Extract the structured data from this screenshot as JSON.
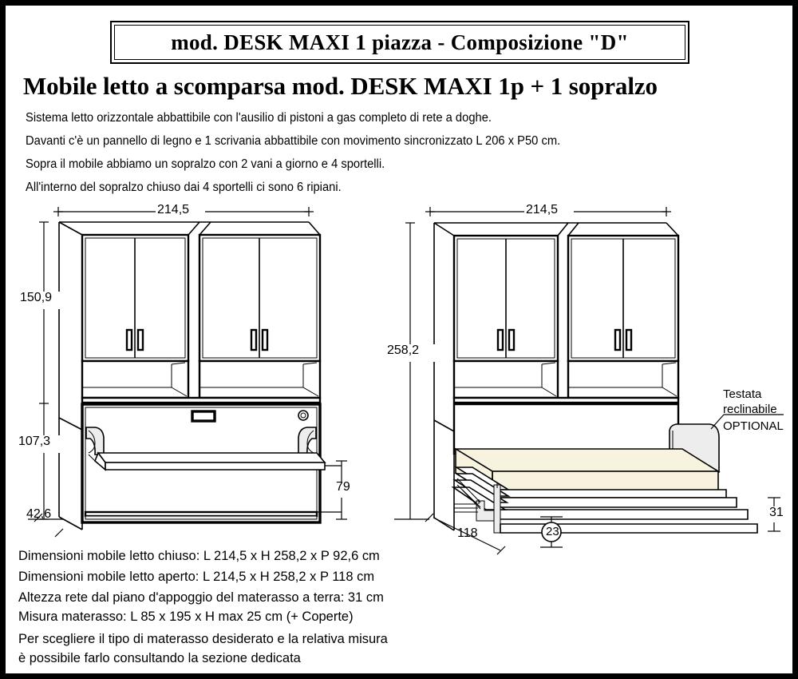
{
  "page": {
    "border_color": "#000000",
    "background": "#ffffff",
    "mattress_color": "#f7f3df",
    "panel_color": "#efefef",
    "line_color": "#000000"
  },
  "title": {
    "text": "mod. DESK MAXI 1 piazza - Composizione \"D\""
  },
  "headline": {
    "text": "Mobile letto a scomparsa mod. DESK  MAXI 1p + 1 sopralzo"
  },
  "description": {
    "lines": [
      "Sistema letto orizzontale  abbattibile con l'ausilio di pistoni a gas  completo di rete a doghe.",
      "Davanti c'è un pannello di legno e 1 scrivania abbattibile con movimento sincronizzato L 206 x P50 cm.",
      "Sopra il mobile abbiamo un sopralzo con 2 vani a giorno e 4 sportelli.",
      "All'interno del sopralzo chiuso dai 4 sportelli ci sono 6 ripiani."
    ]
  },
  "specs": {
    "lines": [
      "Dimensioni mobile letto chiuso: L 214,5 x H 258,2 x P 92,6 cm",
      "Dimensioni mobile letto aperto: L 214,5 x H 258,2 x P 118 cm",
      "Altezza rete dal piano d'appoggio del materasso a terra: 31 cm",
      "Misura materasso: L 85 x 195 x H max 25 cm (+ Coperte)",
      "Per scegliere il tipo di materasso desiderato e la relativa misura",
      "è possibile farlo consultando la sezione dedicata"
    ]
  },
  "left_drawing": {
    "name": "closed-cabinet-with-desk",
    "dimensions": {
      "width_top": "214,5",
      "upper_height": "150,9",
      "lower_height": "107,3",
      "depth": "42,6",
      "desk_height": "79"
    }
  },
  "right_drawing": {
    "name": "open-bed-elevation",
    "dimensions": {
      "width_top": "214,5",
      "total_height": "258,2",
      "open_depth": "118",
      "bed_height": "31",
      "caster_callout": "23"
    },
    "annotation": {
      "line1": "Testata",
      "line2": "reclinabile",
      "line3": "OPTIONAL"
    }
  }
}
